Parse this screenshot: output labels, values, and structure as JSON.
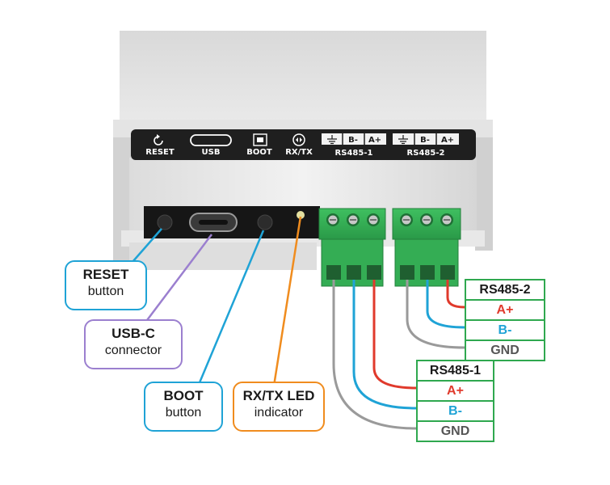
{
  "panel": {
    "labels": {
      "reset": "RESET",
      "usb": "USB",
      "boot": "BOOT",
      "rxtx": "RX/TX",
      "rs485_1": "RS485-1",
      "rs485_2": "RS485-2"
    },
    "terminal_marks": {
      "b_minus": "B-",
      "a_plus": "A+"
    },
    "icons": [
      "reset-arrow-icon",
      "usb-port-icon",
      "boot-button-icon",
      "rxtx-led-icon",
      "ground-icon"
    ]
  },
  "callouts": {
    "reset": {
      "title": "RESET",
      "subtitle": "button"
    },
    "usbc": {
      "title": "USB-C",
      "subtitle": "connector"
    },
    "boot": {
      "title": "BOOT",
      "subtitle": "button"
    },
    "rxtx": {
      "title": "RX/TX LED",
      "subtitle": "indicator"
    }
  },
  "pin_tables": {
    "rs485_1": {
      "title": "RS485-1",
      "rows": [
        "A+",
        "B-",
        "GND"
      ]
    },
    "rs485_2": {
      "title": "RS485-2",
      "rows": [
        "A+",
        "B-",
        "GND"
      ]
    }
  },
  "colors": {
    "reset": "#1fa3d6",
    "usbc": "#9b7fcf",
    "boot": "#1fa3d6",
    "rxtx": "#f08c1e",
    "wire_a_plus": "#e03a2c",
    "wire_b_minus": "#1fa3d6",
    "wire_gnd": "#9a9a9a",
    "terminal_green": "#2fa84f",
    "panel_dark": "#1f1f1f"
  }
}
